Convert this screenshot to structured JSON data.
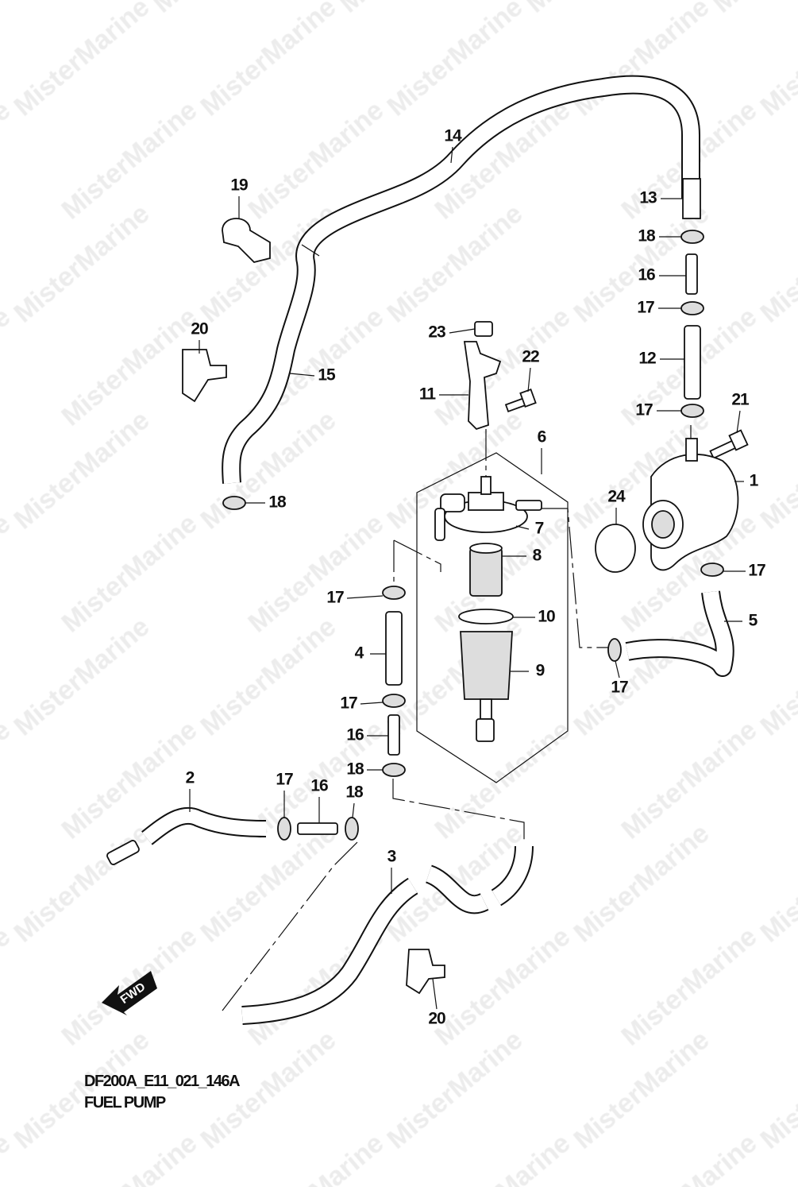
{
  "watermark": "MisterMarine",
  "diagram_code": "DF200A_E11_021_146A",
  "diagram_title": "FUEL PUMP",
  "fwd_label": "FWD",
  "callouts": {
    "p1": "1",
    "p2": "2",
    "p3": "3",
    "p4": "4",
    "p5": "5",
    "p6": "6",
    "p7": "7",
    "p8": "8",
    "p9": "9",
    "p10": "10",
    "p11": "11",
    "p12": "12",
    "p13": "13",
    "p14": "14",
    "p15": "15",
    "p16": "16",
    "p17": "17",
    "p18": "18",
    "p19": "19",
    "p20": "20",
    "p21": "21",
    "p22": "22",
    "p23": "23",
    "p24": "24"
  }
}
